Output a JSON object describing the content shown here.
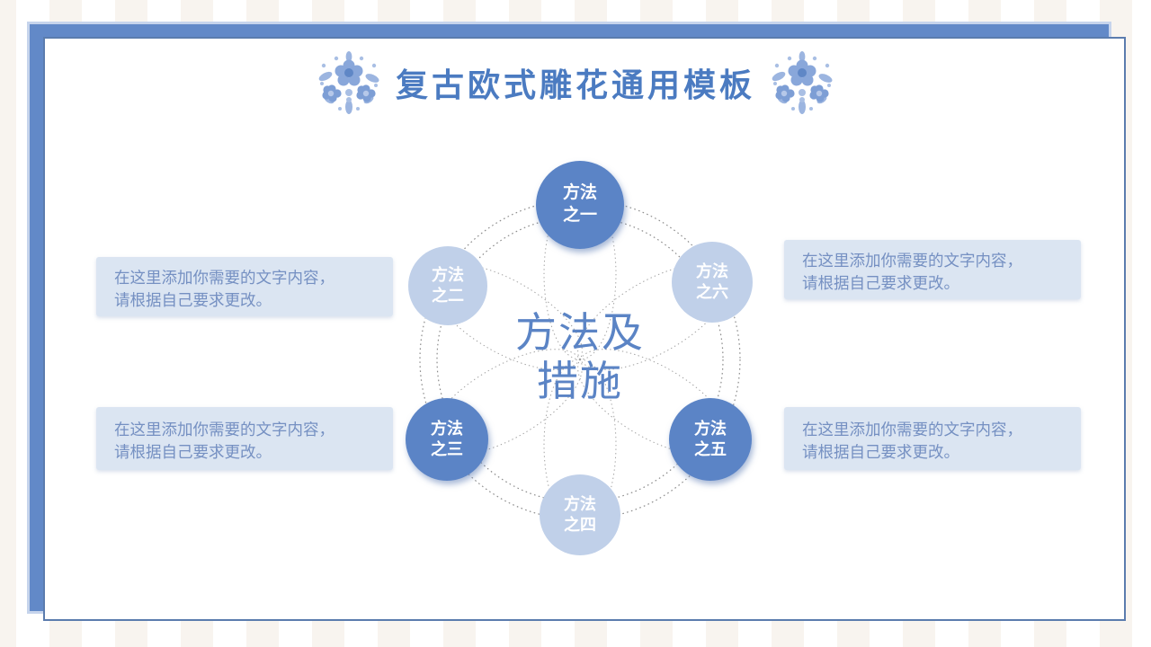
{
  "slide": {
    "title": "复古欧式雕花通用模板"
  },
  "icons": {
    "left_ornament": "blue-floral-cluster",
    "right_ornament": "blue-floral-cluster"
  },
  "diagram": {
    "center": {
      "line1": "方法及",
      "line2": "措施"
    },
    "nodes": [
      {
        "line1": "方法",
        "line2": "之一",
        "style": "dark"
      },
      {
        "line1": "方法",
        "line2": "之二",
        "style": "light"
      },
      {
        "line1": "方法",
        "line2": "之三",
        "style": "dark"
      },
      {
        "line1": "方法",
        "line2": "之四",
        "style": "light"
      },
      {
        "line1": "方法",
        "line2": "之五",
        "style": "dark"
      },
      {
        "line1": "方法",
        "line2": "之六",
        "style": "light"
      }
    ]
  },
  "text_boxes": [
    {
      "position": "left-top",
      "line1": "在这里添加你需要的文字内容，",
      "line2": "请根据自己要求更改。"
    },
    {
      "position": "left-bottom",
      "line1": "在这里添加你需要的文字内容，",
      "line2": "请根据自己要求更改。"
    },
    {
      "position": "right-top",
      "line1": "在这里添加你需要的文字内容，",
      "line2": "请根据自己要求更改。"
    },
    {
      "position": "right-bottom",
      "line1": "在这里添加你需要的文字内容，",
      "line2": "请根据自己要求更改。"
    }
  ],
  "colors": {
    "accent_title": "#4b7bc1",
    "node_dark": "#5b84c6",
    "node_light": "#c0d0e9",
    "center_text": "#5b84c5",
    "box_bg": "#dbe5f2",
    "box_text": "#7590c2",
    "frame_fill": "#6289c8",
    "frame_light_border": "#c6d4ec",
    "card_border": "#5b7cae",
    "stripe_cream": "#f8f4ef",
    "dotted_line": "#8c8c8c"
  }
}
